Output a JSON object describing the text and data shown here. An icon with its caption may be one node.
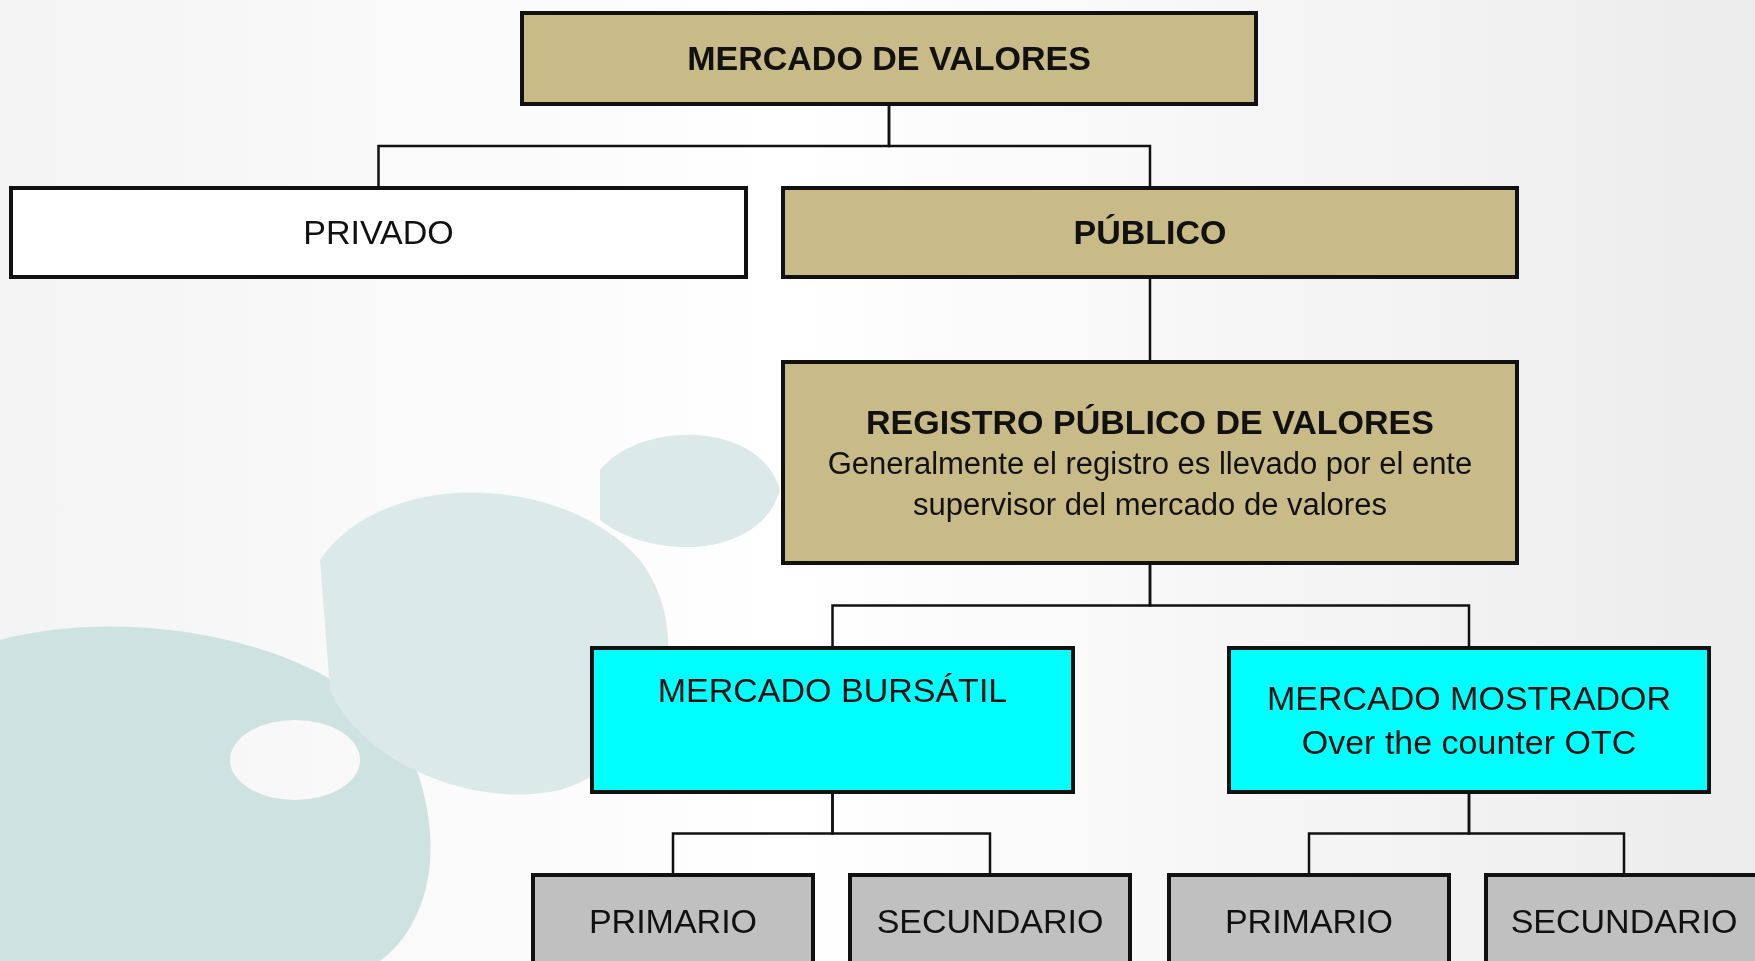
{
  "diagram": {
    "nodes": [
      {
        "text": [
          "MERCADO DE VALORES"
        ]
      },
      {
        "text": [
          "PRIVADO"
        ]
      },
      {
        "text": [
          "PÚBLICO"
        ]
      },
      {
        "text": [
          "REGISTRO PÚBLICO DE VALORES",
          "Generalmente el registro es llevado por el ente supervisor del mercado de valores"
        ]
      },
      {
        "text": [
          "MERCADO BURSÁTIL"
        ]
      },
      {
        "text": [
          "MERCADO MOSTRADOR",
          "Over the counter OTC"
        ]
      },
      {
        "text": [
          "PRIMARIO"
        ]
      },
      {
        "text": [
          "SECUNDARIO"
        ]
      },
      {
        "text": [
          "PRIMARIO"
        ]
      },
      {
        "text": [
          "SECUNDARIO"
        ]
      }
    ],
    "edges": [
      {
        "from": 0,
        "to": 1,
        "arrow": "none"
      },
      {
        "from": 0,
        "to": 2,
        "arrow": "none"
      },
      {
        "from": 2,
        "to": 3,
        "arrow": "none"
      },
      {
        "from": 3,
        "to": 4,
        "arrow": "none"
      },
      {
        "from": 3,
        "to": 5,
        "arrow": "none"
      },
      {
        "from": 4,
        "to": 6,
        "arrow": "none"
      },
      {
        "from": 4,
        "to": 7,
        "arrow": "none"
      },
      {
        "from": 5,
        "to": 8,
        "arrow": "none"
      },
      {
        "from": 5,
        "to": 9,
        "arrow": "none"
      }
    ]
  }
}
